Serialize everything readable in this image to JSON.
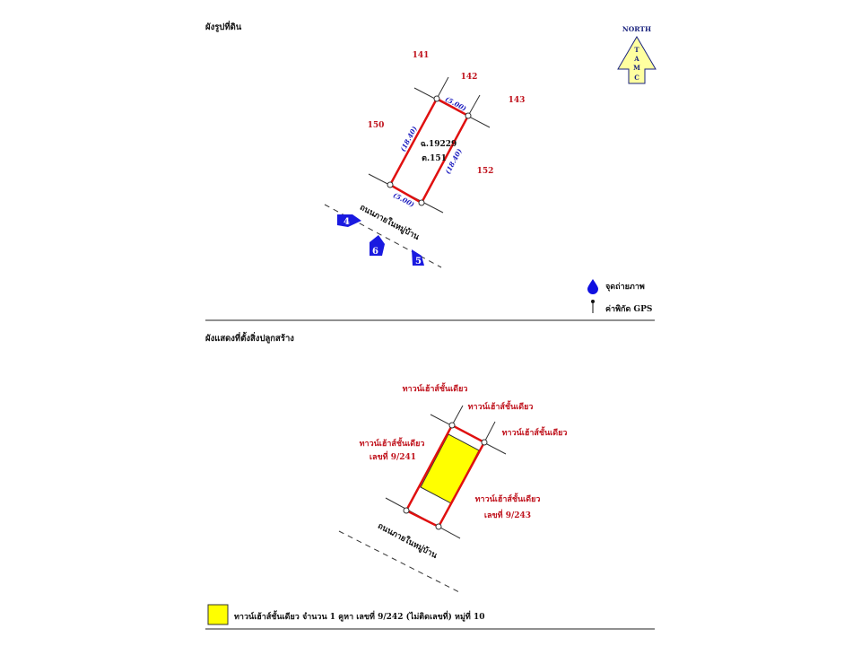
{
  "land_plan": {
    "title": "ผังรูปที่ดิน",
    "neighbors": [
      "141",
      "142",
      "143",
      "150",
      "152"
    ],
    "deed": "ฉ.19229",
    "lot": "ต.151",
    "dimensions": {
      "top": "(5.00)",
      "left": "(18.40)",
      "right": "(18.40)",
      "bottom": "(5.00)"
    },
    "road": "ถนนภายในหมู่บ้าน",
    "photo_points": [
      "4",
      "6",
      "5"
    ]
  },
  "north": {
    "label": "NORTH",
    "letters": [
      "T",
      "A",
      "M",
      "C"
    ]
  },
  "legend": {
    "photo_point": "จุดถ่ายภาพ",
    "gps": "ค่าพิกัด GPS"
  },
  "building_plan": {
    "title": "ผังแสดงที่ตั้งสิ่งปลูกสร้าง",
    "labels": {
      "top": "ทาวน์เฮ้าส์ชั้นเดียว",
      "top_right": "ทาวน์เฮ้าส์ชั้นเดียว",
      "right": "ทาวน์เฮ้าส์ชั้นเดียว",
      "left": "ทาวน์เฮ้าส์ชั้นเดียว",
      "left_no": "เลขที่ 9/241",
      "bottom_right": "ทาวน์เฮ้าส์ชั้นเดียว",
      "bottom_right_no": "เลขที่ 9/243"
    },
    "road": "ถนนภายในหมู่บ้าน",
    "legend": "ทาวน์เฮ้าส์ชั้นเดียว จำนวน 1 คูหา เลขที่ 9/242 (ไม่ติดเลขที่) หมู่ที่ 10",
    "legend_color": "#ffff00"
  }
}
